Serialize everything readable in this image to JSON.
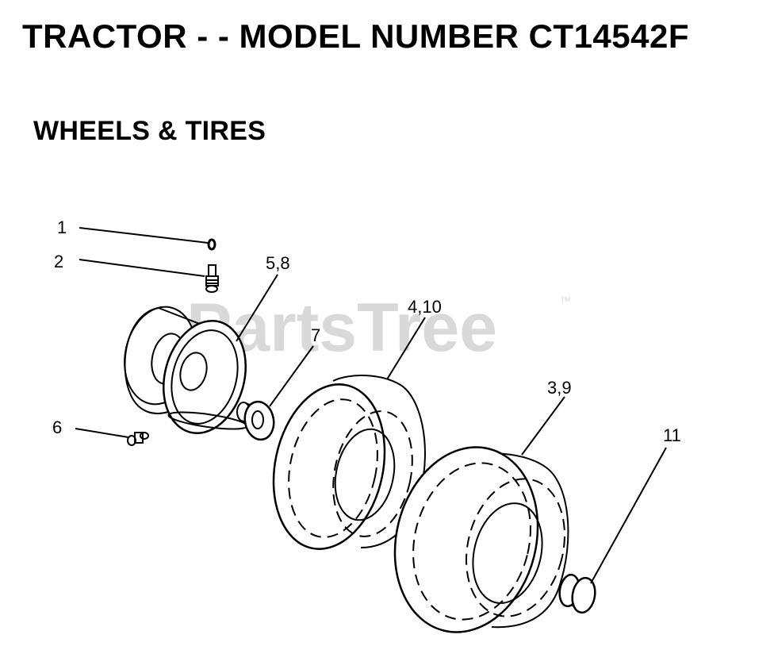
{
  "header": {
    "title": "TRACTOR - - MODEL NUMBER CT14542F",
    "subtitle": "WHEELS & TIRES"
  },
  "watermark": {
    "text": "PartsTree",
    "tm": "™",
    "color": "#d9d9d9"
  },
  "callouts": {
    "c1": "1",
    "c2": "2",
    "c3_9": "3,9",
    "c4_10": "4,10",
    "c5_8": "5,8",
    "c6": "6",
    "c7": "7",
    "c11": "11"
  },
  "parts": [
    {
      "ref": "1",
      "icon": "valve-cap-icon"
    },
    {
      "ref": "2",
      "icon": "valve-stem-icon"
    },
    {
      "ref": "3,9",
      "icon": "rear-tire-icon"
    },
    {
      "ref": "4,10",
      "icon": "front-tire-icon"
    },
    {
      "ref": "5,8",
      "icon": "wheel-rim-icon"
    },
    {
      "ref": "6",
      "icon": "grease-fitting-icon"
    },
    {
      "ref": "7",
      "icon": "bearing-icon"
    },
    {
      "ref": "11",
      "icon": "rim-spacer-icon"
    }
  ]
}
